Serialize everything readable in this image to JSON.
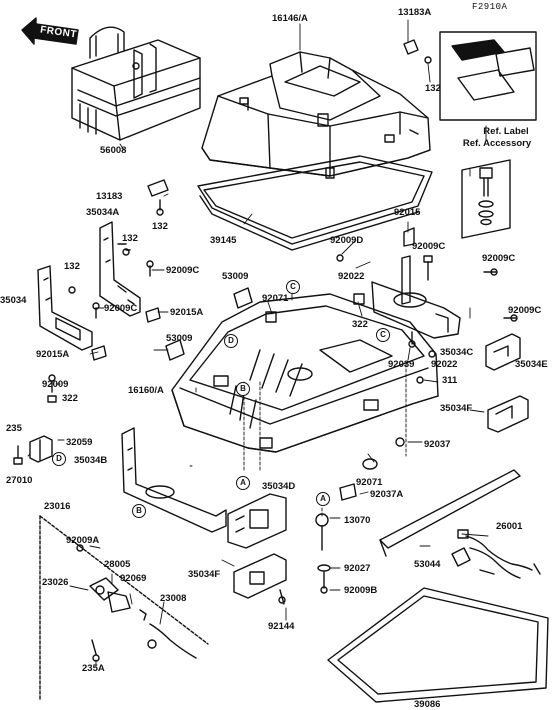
{
  "figure_code": "F2910A",
  "front_label": "FRONT",
  "ref_label": "Ref. Label",
  "ref_accessory": "Ref. Accessory",
  "parts": [
    {
      "id": "p16146a",
      "label": "16146/A"
    },
    {
      "id": "p13183a",
      "label": "13183A"
    },
    {
      "id": "p132_a",
      "label": "132"
    },
    {
      "id": "p56008",
      "label": "56008"
    },
    {
      "id": "p13183",
      "label": "13183"
    },
    {
      "id": "p35034a",
      "label": "35034A"
    },
    {
      "id": "p132_b",
      "label": "132"
    },
    {
      "id": "p132_c",
      "label": "132"
    },
    {
      "id": "p39145",
      "label": "39145"
    },
    {
      "id": "p92009d",
      "label": "92009D"
    },
    {
      "id": "p92015",
      "label": "92015"
    },
    {
      "id": "p92009c_a",
      "label": "92009C"
    },
    {
      "id": "p92009c_b",
      "label": "92009C"
    },
    {
      "id": "p92022_a",
      "label": "92022"
    },
    {
      "id": "p132_d",
      "label": "132"
    },
    {
      "id": "p92009c_c",
      "label": "92009C"
    },
    {
      "id": "p53009_a",
      "label": "53009"
    },
    {
      "id": "p35034",
      "label": "35034"
    },
    {
      "id": "p92009c_d",
      "label": "92009C"
    },
    {
      "id": "p92071_a",
      "label": "92071"
    },
    {
      "id": "p92015a",
      "label": "92015A"
    },
    {
      "id": "p322_a",
      "label": "322"
    },
    {
      "id": "p92009c_e",
      "label": "92009C"
    },
    {
      "id": "p92015a_b",
      "label": "92015A"
    },
    {
      "id": "p53009_b",
      "label": "53009"
    },
    {
      "id": "p35034c",
      "label": "35034C"
    },
    {
      "id": "p35034e",
      "label": "35034E"
    },
    {
      "id": "p92039",
      "label": "92039"
    },
    {
      "id": "p92022_b",
      "label": "92022"
    },
    {
      "id": "p311",
      "label": "311"
    },
    {
      "id": "p92009",
      "label": "92009"
    },
    {
      "id": "p322_b",
      "label": "322"
    },
    {
      "id": "p16160a",
      "label": "16160/A"
    },
    {
      "id": "p35034f_a",
      "label": "35034F"
    },
    {
      "id": "p235",
      "label": "235"
    },
    {
      "id": "p32059",
      "label": "32059"
    },
    {
      "id": "p35034b",
      "label": "35034B"
    },
    {
      "id": "p92037",
      "label": "92037"
    },
    {
      "id": "p27010",
      "label": "27010"
    },
    {
      "id": "p92071_b",
      "label": "92071"
    },
    {
      "id": "p35034d",
      "label": "35034D"
    },
    {
      "id": "p92037a",
      "label": "92037A"
    },
    {
      "id": "p23016",
      "label": "23016"
    },
    {
      "id": "p13070",
      "label": "13070"
    },
    {
      "id": "p26001",
      "label": "26001"
    },
    {
      "id": "p92009a",
      "label": "92009A"
    },
    {
      "id": "p28005",
      "label": "28005"
    },
    {
      "id": "p92027",
      "label": "92027"
    },
    {
      "id": "p53044",
      "label": "53044"
    },
    {
      "id": "p23026",
      "label": "23026"
    },
    {
      "id": "p92069",
      "label": "92069"
    },
    {
      "id": "p35034f_b",
      "label": "35034F"
    },
    {
      "id": "p23008",
      "label": "23008"
    },
    {
      "id": "p92009b",
      "label": "92009B"
    },
    {
      "id": "p92144",
      "label": "92144"
    },
    {
      "id": "p235a",
      "label": "235A"
    },
    {
      "id": "p39086",
      "label": "39086"
    }
  ],
  "markers": [
    {
      "id": "m_c_top",
      "letter": "C"
    },
    {
      "id": "m_d_mid",
      "letter": "D"
    },
    {
      "id": "m_b_mid",
      "letter": "B"
    },
    {
      "id": "m_c_right",
      "letter": "C"
    },
    {
      "id": "m_d_left",
      "letter": "D"
    },
    {
      "id": "m_a_mid",
      "letter": "A"
    },
    {
      "id": "m_b_left",
      "letter": "B"
    },
    {
      "id": "m_a_right",
      "letter": "A"
    }
  ]
}
